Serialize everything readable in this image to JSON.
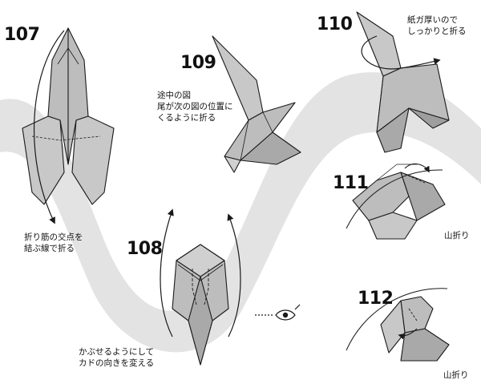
{
  "colors": {
    "paper": "#bdbdbd",
    "paper_light": "#d9d9d9",
    "paper_dark": "#9e9e9e",
    "line": "#1a1a1a",
    "background_swoosh": "#e3e3e3"
  },
  "steps": [
    {
      "number": "107",
      "note_lines": [
        "折り筋の交点を",
        "結ぶ線で折る"
      ]
    },
    {
      "number": "108",
      "note_lines": [
        "かぶせるようにして",
        "カドの向きを変える"
      ],
      "symbol": "view-direction-eye-icon"
    },
    {
      "number": "109",
      "note_lines": [
        "途中の図",
        "尾が次の図の位置に",
        "くるように折る"
      ]
    },
    {
      "number": "110",
      "note_lines": [
        "紙ガ厚いので",
        "しっかりと折る"
      ]
    },
    {
      "number": "111",
      "note_lines": [
        "山折り"
      ]
    },
    {
      "number": "112",
      "note_lines": [
        "山折り"
      ]
    }
  ]
}
